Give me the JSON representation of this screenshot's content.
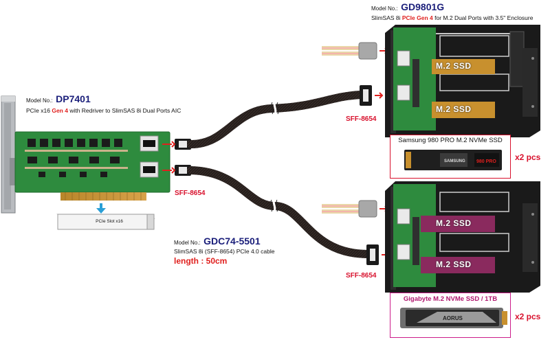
{
  "dp7401": {
    "model_label": "Model No.:",
    "model_no": "DP7401",
    "desc_pre": "PCIe x16 ",
    "desc_gen": "Gen 4",
    "desc_post": " with Redriver to SlimSAS 8i Dual Ports AIC",
    "slot_label": "PCIe Slot x16"
  },
  "gd9801g": {
    "model_label": "Model No.:",
    "model_no": "GD9801G",
    "desc_pre": "SlimSAS 8i ",
    "desc_gen": "PCIe Gen 4",
    "desc_post": " for M.2 Dual Ports with 3.5\" Enclosure",
    "ssd_label": "M.2 SSD"
  },
  "cable": {
    "model_label": "Model No.:",
    "model_no": "GDC74-5501",
    "desc": "SlimSAS 8i (SFF-8654) PCIe 4.0 cable",
    "length": "length : 50cm",
    "connector": "SFF-8654"
  },
  "samsung": {
    "title": "Samsung 980 PRO M.2 NVMe SSD",
    "qty": "x2 pcs",
    "border_color": "#d8102c",
    "chip_text": "980 PRO",
    "brand_text": "SAMSUNG"
  },
  "gigabyte": {
    "title": "Gigabyte M.2 NVMe SSD / 1TB",
    "qty": "x2 pcs",
    "border_color": "#cc1b8a",
    "chip_text": "AORUS"
  },
  "colors": {
    "pcb_green": "#2e8b3e",
    "model_blue": "#1a1e7a",
    "highlight_red": "#e0201e",
    "ssd_gold": "#c8902e",
    "ssd_magenta": "#8a2a5e",
    "cable_black": "#1f1a18"
  }
}
